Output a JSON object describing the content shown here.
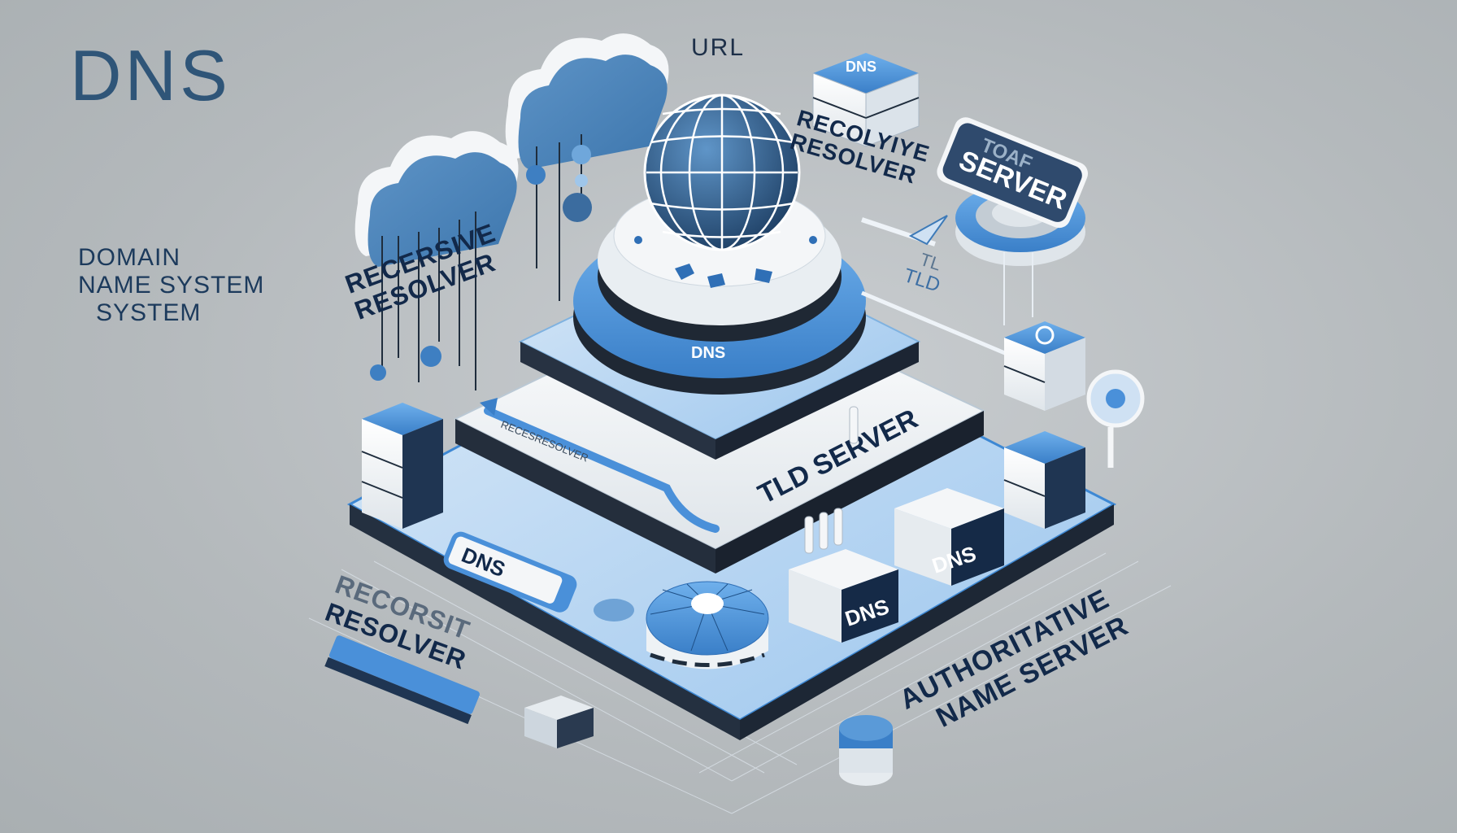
{
  "header": {
    "title": "DNS",
    "subtitle_lines": [
      "DOMAIN",
      "NAME SYSTEM",
      "SYSTEM"
    ]
  },
  "labels": {
    "url": "URL",
    "recursive_resolver_left": [
      "RECERSIVE",
      "RESOLVER"
    ],
    "recursive_resolver_top": [
      "RECOLYIYE",
      "RESOLVER"
    ],
    "tld_sign": [
      "TOAF",
      "SERVER"
    ],
    "tld_floating": [
      "TL",
      "TLD"
    ],
    "center_disc": "DNS",
    "tld_server": "TLD SERVER",
    "tier_arrow_text": "RECESRESOLVER",
    "dns_tag_left": "DNS",
    "recursive_resolver_bottom": [
      "RECORSIT",
      "RESOLVER"
    ],
    "dns_box_1": "DNS",
    "dns_box_2": "DNS",
    "authoritative": [
      "AUTHORITATIVE",
      "NAME SERVER"
    ],
    "top_server_badge": "DNS"
  },
  "colors": {
    "background": "#b4b9bc",
    "accent_blue": "#4a90d9",
    "light_blue": "#a8cdef",
    "navy": "#12294a",
    "dark_slate": "#2b3442",
    "white": "#f4f6f8"
  },
  "icons": [
    "cloud-icon",
    "globe-icon",
    "server-icon",
    "magnifier-icon",
    "router-icon",
    "arrow-icon"
  ]
}
